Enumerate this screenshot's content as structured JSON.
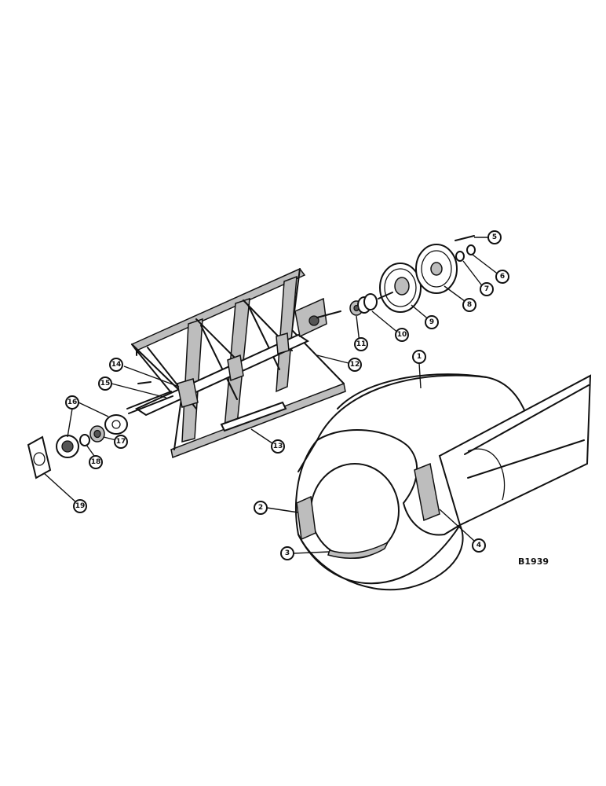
{
  "callouts": [
    "1",
    "2",
    "3",
    "4",
    "5",
    "6",
    "7",
    "8",
    "9",
    "10",
    "11",
    "12",
    "13",
    "14",
    "15",
    "16",
    "17",
    "18",
    "19"
  ],
  "figure_code": "B1939"
}
